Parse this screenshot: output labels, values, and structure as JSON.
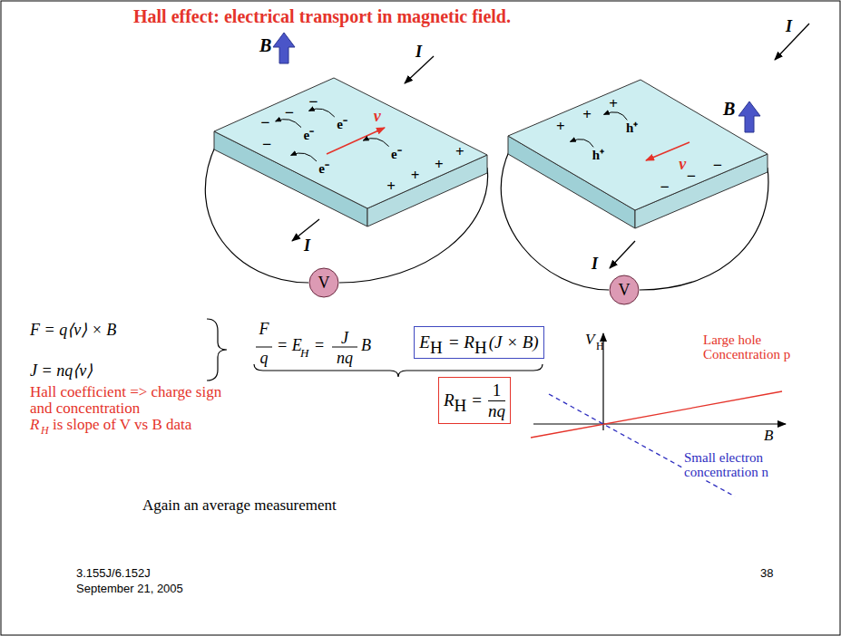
{
  "diagram": {
    "title": "Hall effect: electrical transport in magnetic field.",
    "nodes": [
      {
        "text": [
          "V"
        ]
      },
      {
        "text": [
          "V"
        ]
      },
      {
        "text": [
          "E",
          "H",
          "= R",
          "H",
          "(J × B)"
        ]
      },
      {
        "text": [
          "R",
          "H",
          "=",
          "1",
          "nq"
        ]
      }
    ],
    "edges": [],
    "labels": [
      "B",
      "I",
      "−",
      "−",
      "−",
      "−",
      "e⁻",
      "e⁻",
      "e⁻",
      "e⁻",
      "v",
      "+",
      "+",
      "+",
      "+",
      "I",
      "I",
      "B",
      "+",
      "+",
      "+",
      "h⁺",
      "h⁺",
      "v",
      "−",
      "−",
      "−",
      "I",
      "F = q⟨v⟩ × B",
      "J = nq⟨v⟩",
      "F",
      "q",
      "= E",
      "H",
      "=",
      "J",
      "nq",
      "B",
      "Hall coefficient => charge sign",
      "and concentration",
      "R",
      "H",
      "is slope of V vs B data",
      "V",
      "H",
      "B",
      "Large hole Concentration p",
      "Small electron concentration n",
      "Again an average measurement",
      "3.155J/6.152J",
      "September 21, 2005",
      "38"
    ]
  }
}
